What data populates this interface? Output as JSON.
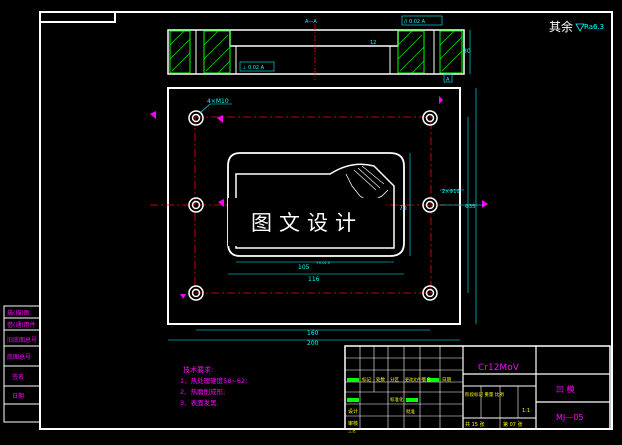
{
  "section_label": "A—A",
  "top_view": {
    "dim_height": "30",
    "dim_step": "12",
    "gtol_top": "// 0.02 A",
    "gtol_bottom": "⊥ 0.02 A",
    "datum": "A"
  },
  "surface_note": {
    "prefix": "其余",
    "value": "Ra6.3"
  },
  "plan_view": {
    "hole_callout": "4×M10",
    "dim_inner_width": "105",
    "dim_inner_width_tol": "+0.02 0",
    "dim_overall_width_1": "116",
    "dim_hole_pitch_x": "160",
    "dim_overall_x": "200",
    "dim_inner_height": "70",
    "dim_pin_callout": "2×Φ10",
    "dim_bore": "Φ35"
  },
  "watermark": "图文设计",
  "tech_notes": {
    "title": "技术要求:",
    "items": [
      "1、热处理硬度58~62;",
      "2、热磨削成形;",
      "3、表面发黑."
    ]
  },
  "left_strip": [
    "描(描)图",
    "借(通)用件",
    "旧底图总号",
    "底图总号",
    "签名",
    "日期"
  ],
  "title_block": {
    "material": "Cr12MoV",
    "part_name": "凹  模",
    "drawing_no": "MJ—05",
    "scale": "1:1",
    "sheet_total": "共 15 张",
    "sheet_no": "第 07 张",
    "row_labels": [
      "标记",
      "处数",
      "分区",
      "更改文件号",
      "签名",
      "日期"
    ],
    "roles": [
      "设计",
      "审核",
      "工艺"
    ],
    "roles2": [
      "标准化",
      "批准"
    ],
    "stage_header": "阶段标记  重量  比例"
  },
  "colors": {
    "border": "#ffffff",
    "green": "#00ff00",
    "cyan": "#00ffff",
    "magenta": "#ff00ff",
    "red": "#ff0000",
    "yellow": "#ffff00"
  }
}
